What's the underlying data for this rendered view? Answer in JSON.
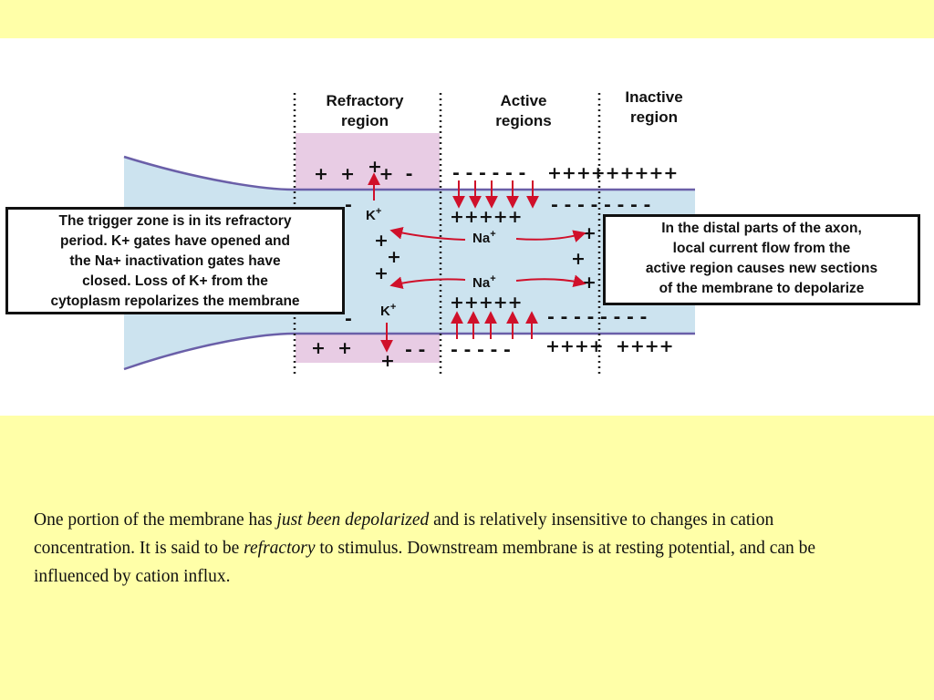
{
  "diagram": {
    "regions": {
      "refractory": "Refractory\nregion",
      "active": "Active\nregions",
      "inactive": "Inactive\nregion"
    },
    "left_callout": "The trigger zone is in its refractory\nperiod. K+ gates have opened and\nthe Na+ inactivation gates have\nclosed. Loss of K+ from the\ncytoplasm repolarizes the membrane",
    "right_callout": "In the distal parts of the axon,\nlocal current flow from the\nactive region causes new sections\nof the membrane to depolarize",
    "ions": {
      "k_top": "K",
      "k_bottom": "K",
      "na_top": "Na",
      "na_bottom": "Na",
      "superscript": "+"
    },
    "colors": {
      "page_background": "#ffffa8",
      "axon_fill": "#cce3ef",
      "refractory_fill": "#e8cce4",
      "membrane": "#6a5fa8",
      "arrow": "#d0102a",
      "divider": "#222222"
    }
  },
  "caption": {
    "part1": "One portion of the membrane has ",
    "em1": "just been depolarized",
    "part2": " and is relatively insensitive to changes in cation concentration.  It is said to be ",
    "em2": "refractory",
    "part3": " to stimulus.  Downstream membrane is at resting potential, and can be influenced by cation influx."
  }
}
